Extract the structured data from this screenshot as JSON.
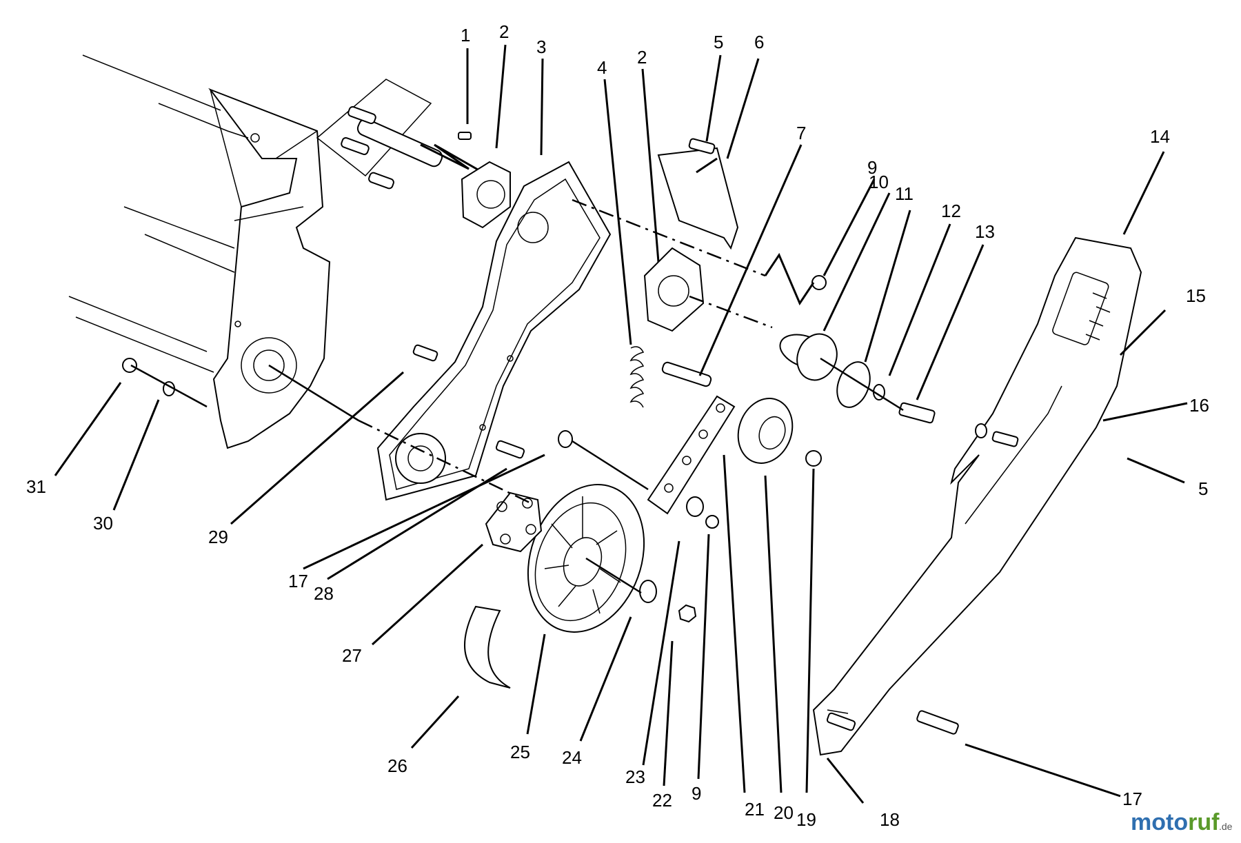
{
  "callouts": [
    {
      "id": "c1",
      "text": "1"
    },
    {
      "id": "c2a",
      "text": "2"
    },
    {
      "id": "c3",
      "text": "3"
    },
    {
      "id": "c4",
      "text": "4"
    },
    {
      "id": "c2b",
      "text": "2"
    },
    {
      "id": "c5a",
      "text": "5"
    },
    {
      "id": "c6",
      "text": "6"
    },
    {
      "id": "c7",
      "text": "7"
    },
    {
      "id": "c9a",
      "text": "9"
    },
    {
      "id": "c10",
      "text": "10"
    },
    {
      "id": "c11",
      "text": "11"
    },
    {
      "id": "c12",
      "text": "12"
    },
    {
      "id": "c13",
      "text": "13"
    },
    {
      "id": "c14",
      "text": "14"
    },
    {
      "id": "c15",
      "text": "15"
    },
    {
      "id": "c16",
      "text": "16"
    },
    {
      "id": "c5b",
      "text": "5"
    },
    {
      "id": "c17a",
      "text": "17"
    },
    {
      "id": "c18",
      "text": "18"
    },
    {
      "id": "c19",
      "text": "19"
    },
    {
      "id": "c20",
      "text": "20"
    },
    {
      "id": "c21",
      "text": "21"
    },
    {
      "id": "c9b",
      "text": "9"
    },
    {
      "id": "c22",
      "text": "22"
    },
    {
      "id": "c23",
      "text": "23"
    },
    {
      "id": "c24",
      "text": "24"
    },
    {
      "id": "c25",
      "text": "25"
    },
    {
      "id": "c26",
      "text": "26"
    },
    {
      "id": "c27",
      "text": "27"
    },
    {
      "id": "c17b",
      "text": "17"
    },
    {
      "id": "c28",
      "text": "28"
    },
    {
      "id": "c29",
      "text": "29"
    },
    {
      "id": "c30",
      "text": "30"
    },
    {
      "id": "c31",
      "text": "31"
    }
  ],
  "watermark": {
    "brand_letters": [
      "m",
      "o",
      "t",
      "o",
      "r",
      "u",
      "f"
    ],
    "brand_colors": [
      "#2f6fb0",
      "#2f6fb0",
      "#2f6fb0",
      "#2f6fb0",
      "#5a9a2a",
      "#5a9a2a",
      "#5a9a2a"
    ],
    "suffix": ".de"
  }
}
